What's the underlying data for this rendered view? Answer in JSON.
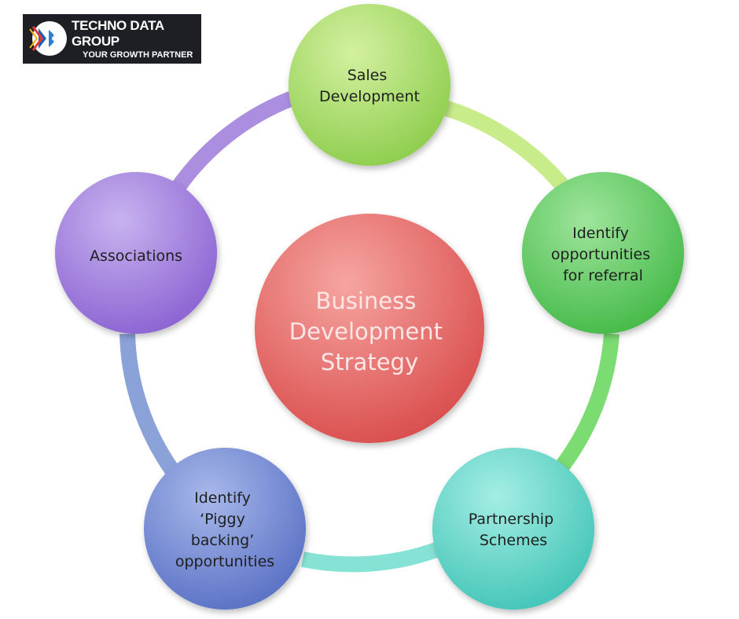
{
  "logo": {
    "title": "TECHNO DATA GROUP",
    "tagline": "YOUR GROWTH PARTNER"
  },
  "center": {
    "lines": [
      "Business",
      "Development",
      "Strategy"
    ],
    "color": "#e0625f"
  },
  "nodes": [
    {
      "lines": [
        "Sales",
        "Development"
      ],
      "color": "#b7e07a"
    },
    {
      "lines": [
        "Identify",
        "opportunities",
        "for referral"
      ],
      "color": "#6fd26f"
    },
    {
      "lines": [
        "Partnership",
        "Schemes"
      ],
      "color": "#73dcd0"
    },
    {
      "lines": [
        "Identify",
        "‘Piggy",
        "backing’",
        "opportunities"
      ],
      "color": "#7f95d8"
    },
    {
      "lines": [
        "Associations"
      ],
      "color": "#a98be0"
    }
  ],
  "colors": {
    "ring_top_right": "#c9ec8a",
    "ring_right": "#7bdc72",
    "ring_bottom": "#86e2d4",
    "ring_left": "#8aa2d8",
    "ring_top_left": "#ac8ee0"
  }
}
